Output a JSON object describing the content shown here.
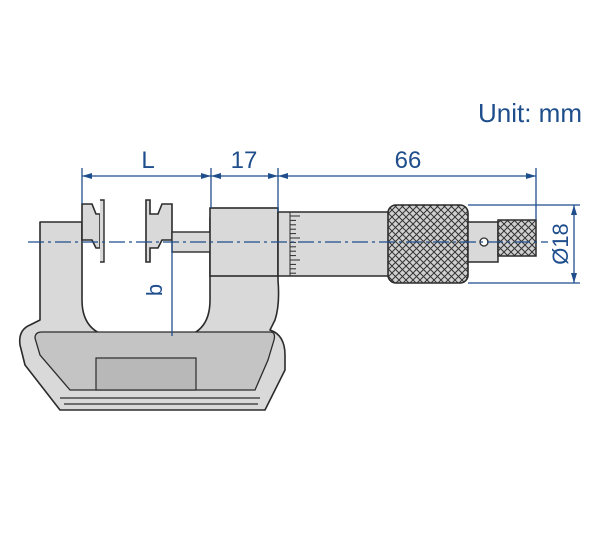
{
  "unit_label": "Unit: mm",
  "dimensions": {
    "L": "L",
    "spindle_length": "17",
    "body_length": "66",
    "diameter": "Ø18",
    "b": "b"
  },
  "colors": {
    "dimension": "#1f4e8c",
    "outline": "#2b2b2b",
    "body_fill": "#d9d9d9",
    "inner_fill": "#c4c4c4"
  }
}
